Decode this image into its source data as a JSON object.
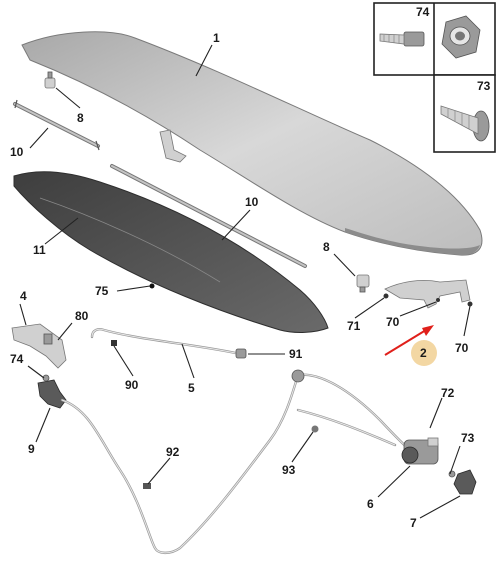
{
  "diagram": {
    "callouts": {
      "c1": "1",
      "c2": "2",
      "c4": "4",
      "c5": "5",
      "c6": "6",
      "c7": "7",
      "c8a": "8",
      "c8b": "8",
      "c9": "9",
      "c10a": "10",
      "c10b": "10",
      "c11": "11",
      "c70a": "70",
      "c70b": "70",
      "c71": "71",
      "c72": "72",
      "c73": "73",
      "c73box": "73",
      "c74": "74",
      "c74box": "74",
      "c75": "75",
      "c80": "80",
      "c90": "90",
      "c91": "91",
      "c92": "92",
      "c93": "93"
    },
    "colors": {
      "highlight_circle": "#f3d7a3",
      "arrow": "#e0201b",
      "panel_fill": "#cfcfcf",
      "panel_shade": "#8a8a8a",
      "insulation": "#4e4e4e"
    }
  }
}
